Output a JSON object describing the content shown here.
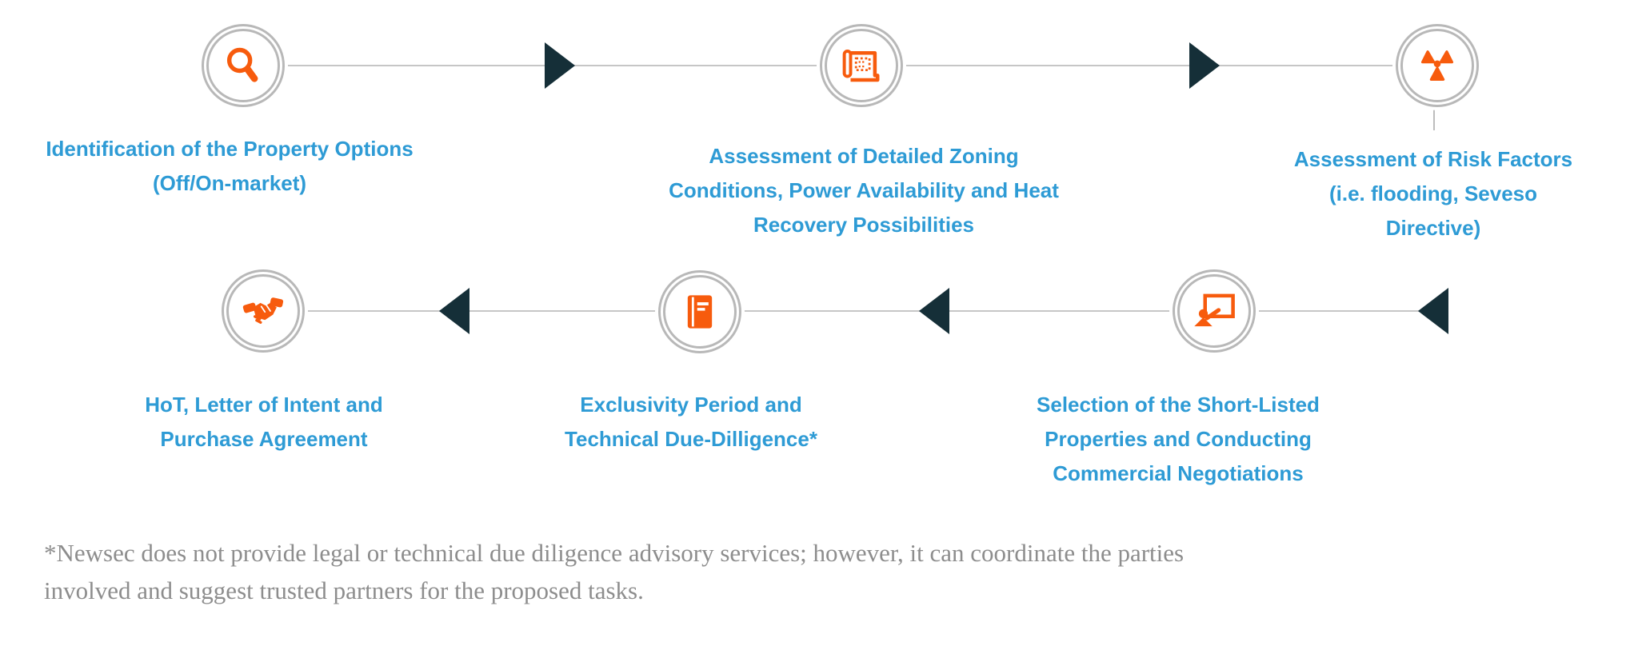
{
  "diagram": {
    "steps": [
      {
        "icon": "magnifier-icon",
        "lines": [
          "Identification of the Property Options",
          "(Off/On-market)"
        ]
      },
      {
        "icon": "blueprint-icon",
        "lines": [
          "Assessment of Detailed Zoning",
          "Conditions, Power Availability and Heat",
          "Recovery Possibilities"
        ]
      },
      {
        "icon": "radiation-icon",
        "lines": [
          "Assessment of Risk Factors",
          "(i.e. flooding, Seveso",
          "Directive)"
        ]
      },
      {
        "icon": "presentation-icon",
        "lines": [
          "Selection of the Short-Listed",
          "Properties and Conducting",
          "Commercial Negotiations"
        ]
      },
      {
        "icon": "book-icon",
        "lines": [
          "Exclusivity Period and",
          "Technical Due-Dilligence*"
        ]
      },
      {
        "icon": "handshake-icon",
        "lines": [
          "HoT, Letter of Intent and",
          "Purchase Agreement"
        ]
      }
    ],
    "footnote_lines": [
      "*Newsec does not provide legal or technical due diligence advisory services; however, it can coordinate the parties",
      "involved and suggest trusted partners for the proposed tasks."
    ],
    "colors": {
      "label_blue": "#2E9BD5",
      "icon_orange": "#F75B0D",
      "arrow_dark": "#152F38",
      "ring_gray": "#B8B8B8",
      "line_gray": "#C6C6C6",
      "footnote_gray": "#8D8D8D"
    }
  }
}
